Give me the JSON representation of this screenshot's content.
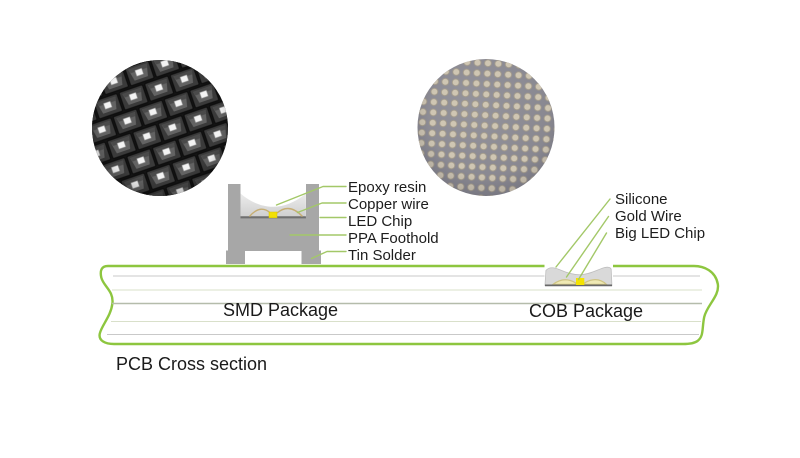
{
  "title": "LED package comparison diagram",
  "colors": {
    "pcb_outline_green": "#8dc63f",
    "leader_line_green": "#a3c868",
    "part_gray": "#a7a7a7",
    "epoxy_gray": "#d9d9d9",
    "chip_yellow": "#f2e005",
    "copper_wire_tan": "#c6ae74",
    "gold_wire_pale": "#cfc483",
    "cob_photo_bg": "#8b8a92",
    "cob_dot_beige": "#cfc6b3",
    "smd_photo_bg": "#141414",
    "text": "#1d1d1d"
  },
  "insets": {
    "smd_photo": "smd-led-array-photo",
    "cob_photo": "cob-led-array-photo"
  },
  "smd_labels": [
    "Epoxy resin",
    "Copper wire",
    "LED Chip",
    "PPA Foothold",
    "Tin Solder"
  ],
  "cob_labels": [
    "Silicone",
    "Gold Wire",
    "Big LED Chip"
  ],
  "pcb": {
    "smd_package_label": "SMD Package",
    "cob_package_label": "COB Package",
    "caption": "PCB Cross section"
  }
}
